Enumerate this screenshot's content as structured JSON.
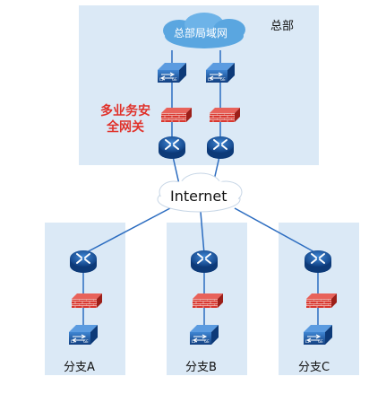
{
  "headquarters": {
    "label": "总部",
    "lan_label": "总部局域网",
    "gateway_label_line1": "多业务安",
    "gateway_label_line2": "全网关"
  },
  "internet": {
    "label": "Internet"
  },
  "branches": [
    {
      "label": "分支A"
    },
    {
      "label": "分支B"
    },
    {
      "label": "分支C"
    }
  ],
  "colors": {
    "panel": "#dbe9f6",
    "device": "#1a5aa8",
    "firewall": "#d9362e",
    "gateway_label": "#e0322b",
    "cloud": "#5aa6e0"
  }
}
